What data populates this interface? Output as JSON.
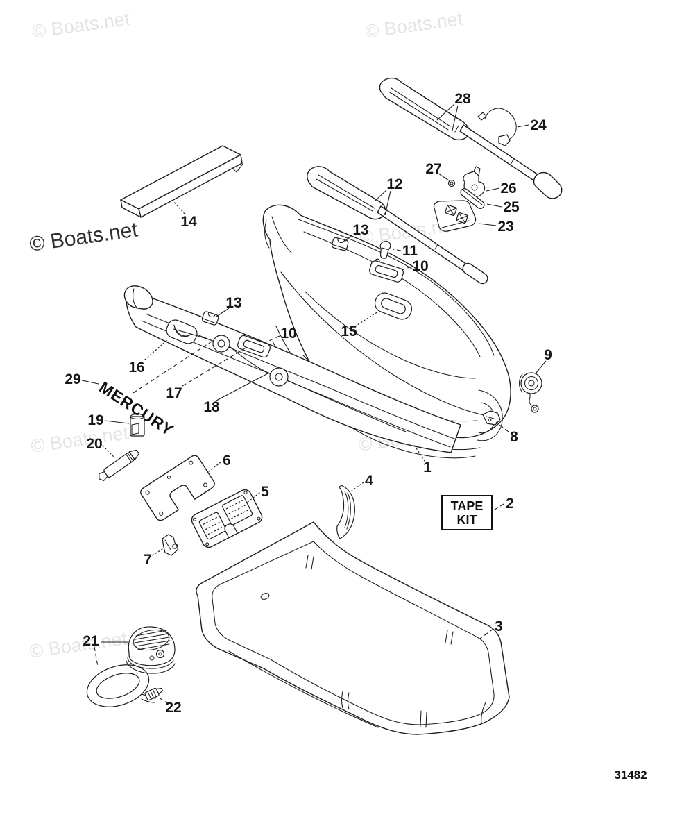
{
  "diagram": {
    "watermark": "© Boats.net",
    "part_number": "31482",
    "mercury_decal": "MERCURY",
    "tape_kit_line1": "TAPE",
    "tape_kit_line2": "KIT"
  },
  "colors": {
    "line": "#1c1c1c",
    "background": "#ffffff",
    "watermark_faint": "#e1e7e0",
    "watermark_dark": "#2f2f2f"
  },
  "callouts": [
    {
      "id": "28",
      "label": "28"
    },
    {
      "id": "24",
      "label": "24"
    },
    {
      "id": "27",
      "label": "27"
    },
    {
      "id": "26",
      "label": "26"
    },
    {
      "id": "25",
      "label": "25"
    },
    {
      "id": "23",
      "label": "23"
    },
    {
      "id": "12",
      "label": "12"
    },
    {
      "id": "14",
      "label": "14"
    },
    {
      "id": "13-top",
      "label": "13"
    },
    {
      "id": "11",
      "label": "11"
    },
    {
      "id": "10-top",
      "label": "10"
    },
    {
      "id": "15",
      "label": "15"
    },
    {
      "id": "13-lower",
      "label": "13"
    },
    {
      "id": "10-lower",
      "label": "10"
    },
    {
      "id": "16",
      "label": "16"
    },
    {
      "id": "17",
      "label": "17"
    },
    {
      "id": "18",
      "label": "18"
    },
    {
      "id": "29",
      "label": "29"
    },
    {
      "id": "19",
      "label": "19"
    },
    {
      "id": "20",
      "label": "20"
    },
    {
      "id": "6",
      "label": "6"
    },
    {
      "id": "5",
      "label": "5"
    },
    {
      "id": "7",
      "label": "7"
    },
    {
      "id": "4",
      "label": "4"
    },
    {
      "id": "9",
      "label": "9"
    },
    {
      "id": "8",
      "label": "8"
    },
    {
      "id": "1",
      "label": "1"
    },
    {
      "id": "2",
      "label": "2"
    },
    {
      "id": "3",
      "label": "3"
    },
    {
      "id": "21",
      "label": "21"
    },
    {
      "id": "22",
      "label": "22"
    }
  ]
}
